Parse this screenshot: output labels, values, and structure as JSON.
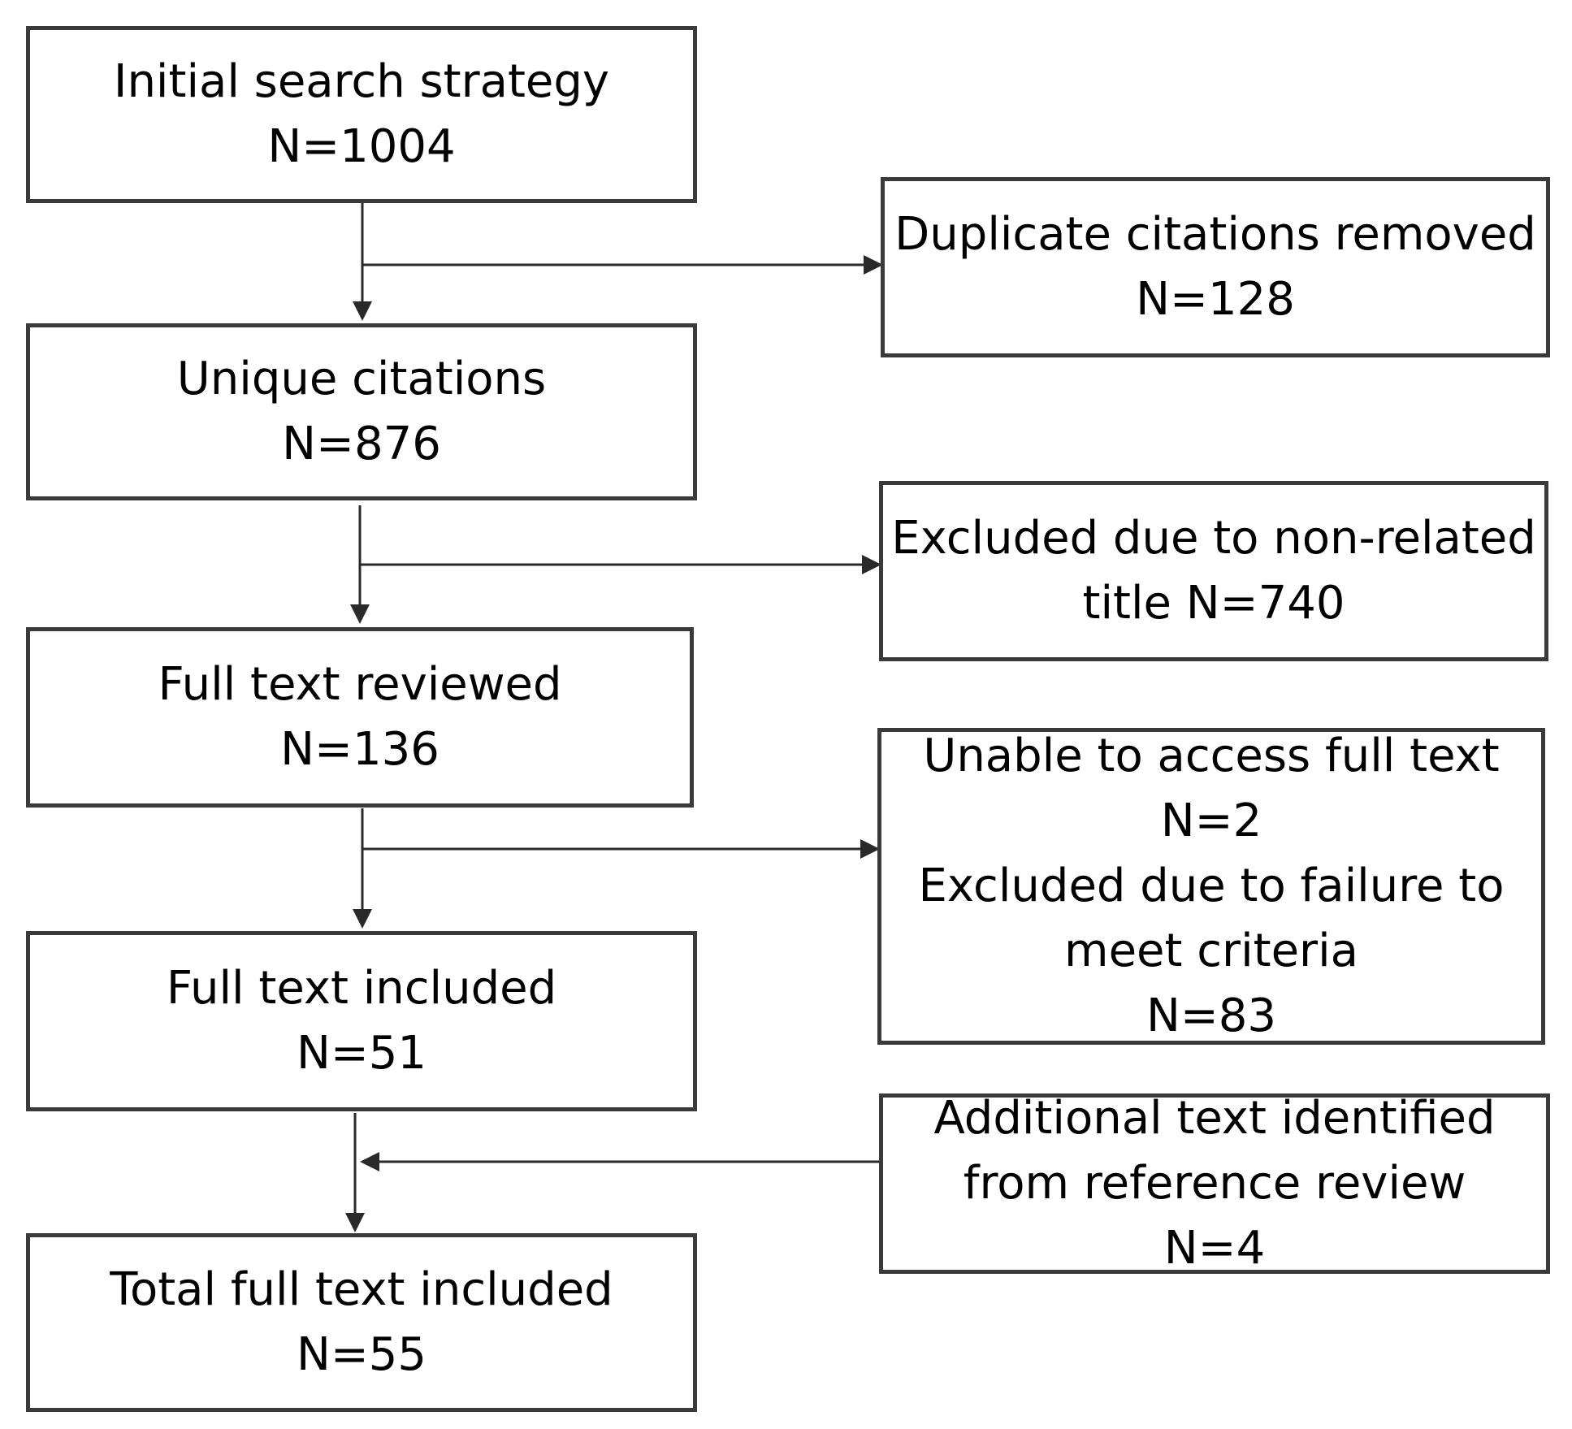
{
  "boxes": {
    "initial_search": {
      "title": "Initial search strategy",
      "count": "N=1004"
    },
    "unique_citations": {
      "title": "Unique citations",
      "count": "N=876"
    },
    "full_text_reviewed": {
      "title": "Full text reviewed",
      "count": "N=136"
    },
    "full_text_included": {
      "title": "Full text included",
      "count": "N=51"
    },
    "total_included": {
      "title": "Total full text included",
      "count": "N=55"
    },
    "duplicates_removed": {
      "title": "Duplicate citations removed",
      "count": "N=128"
    },
    "excluded_title": {
      "line1": "Excluded due to non-related",
      "line2": "title N=740"
    },
    "excluded_fulltext": {
      "line1": "Unable to access full text",
      "line2": "N=2",
      "line3": "Excluded due to failure to",
      "line4": "meet criteria",
      "line5": "N=83"
    },
    "additional_text": {
      "line1": "Additional text identified",
      "line2": "from reference review",
      "line3": "N=4"
    }
  },
  "colors": {
    "border": "#3a3a3a",
    "line": "#2a2a2a",
    "background": "#ffffff"
  }
}
